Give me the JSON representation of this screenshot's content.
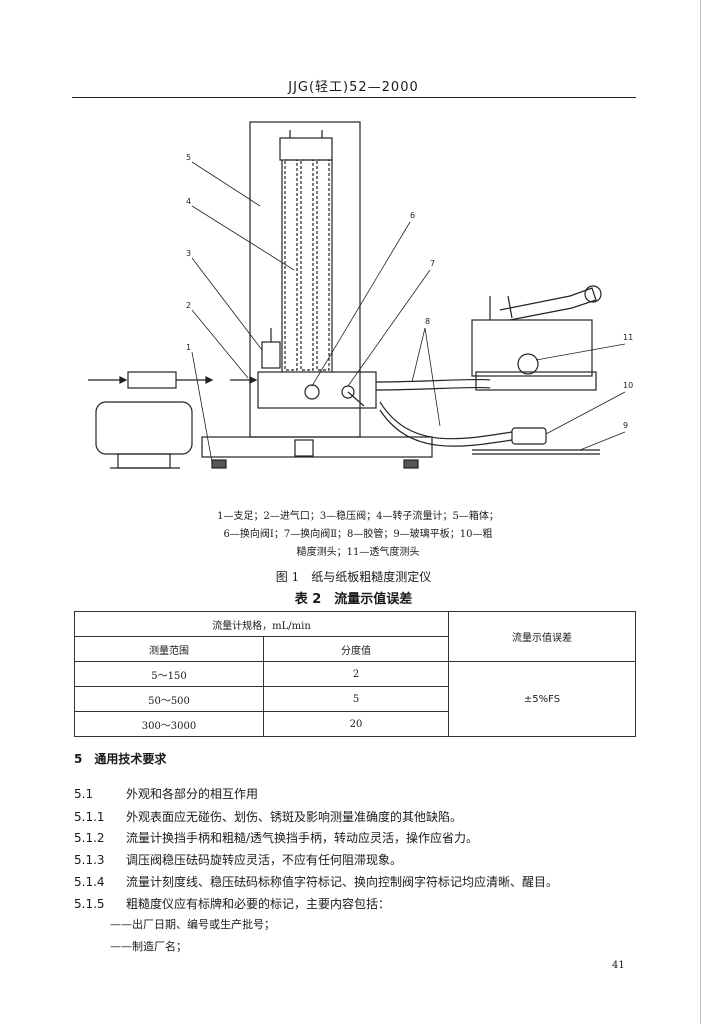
{
  "header": {
    "text": "JJG(轻工)52—2000"
  },
  "figure": {
    "callouts": [
      "1",
      "2",
      "3",
      "4",
      "5",
      "6",
      "7",
      "8",
      "9",
      "10",
      "11"
    ],
    "legend": [
      "1—支足；2—进气口；3—稳压阀；4—转子流量计；5—箱体；",
      "6—换向阀Ⅰ；7—换向阀Ⅱ；8—胶管；9—玻璃平板；10—粗",
      "糙度测头；11—透气度测头"
    ],
    "title": "图 1　纸与纸板粗糙度测定仪"
  },
  "table": {
    "title": "表 2　流量示值误差",
    "spec_header": "流量计规格，mL/min",
    "col_range": "测量范围",
    "col_division": "分度值",
    "col_error": "流量示值误差",
    "rows": [
      {
        "range": "5～150",
        "division": "2"
      },
      {
        "range": "50～500",
        "division": "5"
      },
      {
        "range": "300～3000",
        "division": "20"
      }
    ],
    "error_value": "±5%FS"
  },
  "section": {
    "heading": "5　通用技术要求",
    "lines": [
      {
        "num": "5.1",
        "text": "外观和各部分的相互作用"
      },
      {
        "num": "5.1.1",
        "text": "外观表面应无碰伤、划伤、锈斑及影响测量准确度的其他缺陷。"
      },
      {
        "num": "5.1.2",
        "text": "流量计换挡手柄和粗糙/透气换挡手柄，转动应灵活，操作应省力。"
      },
      {
        "num": "5.1.3",
        "text": "调压阀稳压砝码旋转应灵活，不应有任何阻滞现象。"
      },
      {
        "num": "5.1.4",
        "text": "流量计刻度线、稳压砝码标称值字符标记、换向控制阀字符标记均应清晰、醒目。"
      },
      {
        "num": "5.1.5",
        "text": "粗糙度仪应有标牌和必要的标记，主要内容包括："
      }
    ],
    "dashes": [
      "——出厂日期、编号或生产批号；",
      "——制造厂名；"
    ]
  },
  "page_number": "41"
}
